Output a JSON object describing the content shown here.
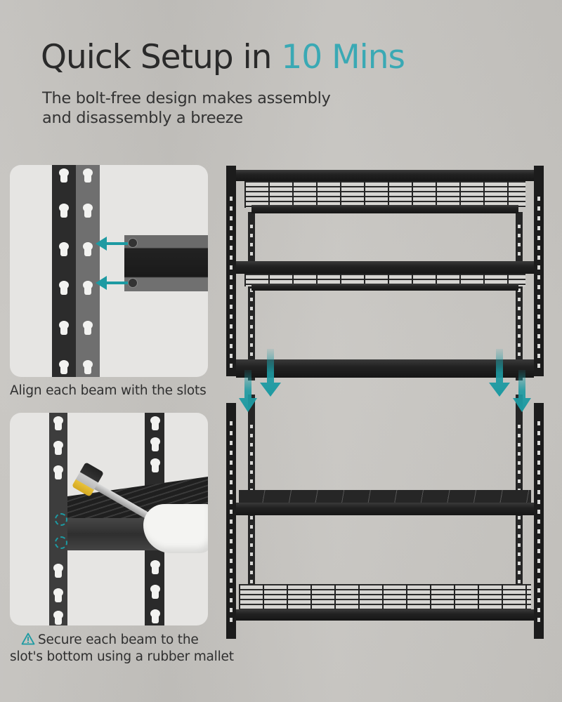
{
  "header": {
    "title_prefix": "Quick Setup in ",
    "title_accent": "10 Mins",
    "subtitle_line1": "The bolt-free design makes assembly",
    "subtitle_line2": "and disassembly a breeze"
  },
  "steps": [
    {
      "caption": "Align each beam with the slots",
      "icon": "none",
      "image": "beam-alignment-closeup"
    },
    {
      "caption_line1": "Secure each beam to the",
      "caption_line2": "slot's bottom using a rubber mallet",
      "icon": "warning-triangle-icon",
      "image": "rubber-mallet-closeup"
    }
  ],
  "product": {
    "image": "5-tier-metal-shelving-unit",
    "tiers": 5,
    "arrows": 4
  },
  "colors": {
    "accent": "#3aa9b4",
    "arrow_teal": "#1d9aa2",
    "background": "#c6c4c0",
    "text": "#2a2a2a",
    "metal": "#1c1c1c"
  }
}
